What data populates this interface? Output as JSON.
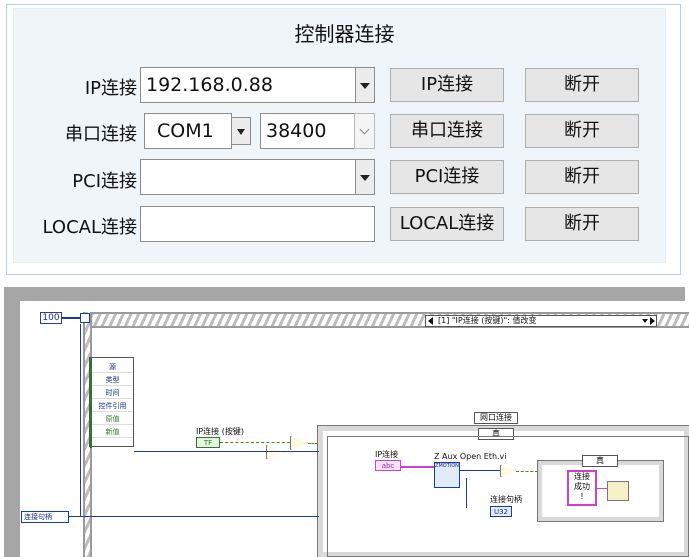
{
  "front_panel": {
    "title": "控制器连接",
    "rows": [
      {
        "label": "IP连接",
        "value": "192.168.0.88",
        "connect_label": "IP连接",
        "disconnect_label": "断开"
      },
      {
        "label": "串口连接",
        "value": "COM1",
        "baud": "38400",
        "connect_label": "串口连接",
        "disconnect_label": "断开"
      },
      {
        "label": "PCI连接",
        "value": "",
        "connect_label": "PCI连接",
        "disconnect_label": "断开"
      },
      {
        "label": "LOCAL连接",
        "value": "",
        "connect_label": "LOCAL连接",
        "disconnect_label": "断开"
      }
    ]
  },
  "block_diagram": {
    "timeout_constant": "100",
    "event_case_selector": "[1] \"IP连接 (按键)\": 值改变",
    "event_data_items": [
      "源",
      "类型",
      "时间",
      "控件引用",
      "原值",
      "新值"
    ],
    "ip_button_terminal_label": "IP连接 (按键)",
    "ip_button_terminal_type": "TF",
    "handle_terminal_label": "连接句柄",
    "sequence_label": "网口连接",
    "sequence_case_value": "真",
    "ip_string_label": "IP连接",
    "ip_string_type": "abc",
    "open_vi_label": "Z Aux Open Eth.vi",
    "open_vi_icon_text": "ZMOTION",
    "handle_out_label": "连接句柄",
    "handle_out_type": "U32",
    "inner_case_value": "真",
    "success_message": "连接\n成功\n!"
  },
  "colors": {
    "panel_bg": "#f0f5fa",
    "panel_border": "#b4d3e6",
    "wire_numeric": "#1a3aa8",
    "wire_boolean": "#3a8a2a",
    "wire_string": "#d040d0"
  }
}
